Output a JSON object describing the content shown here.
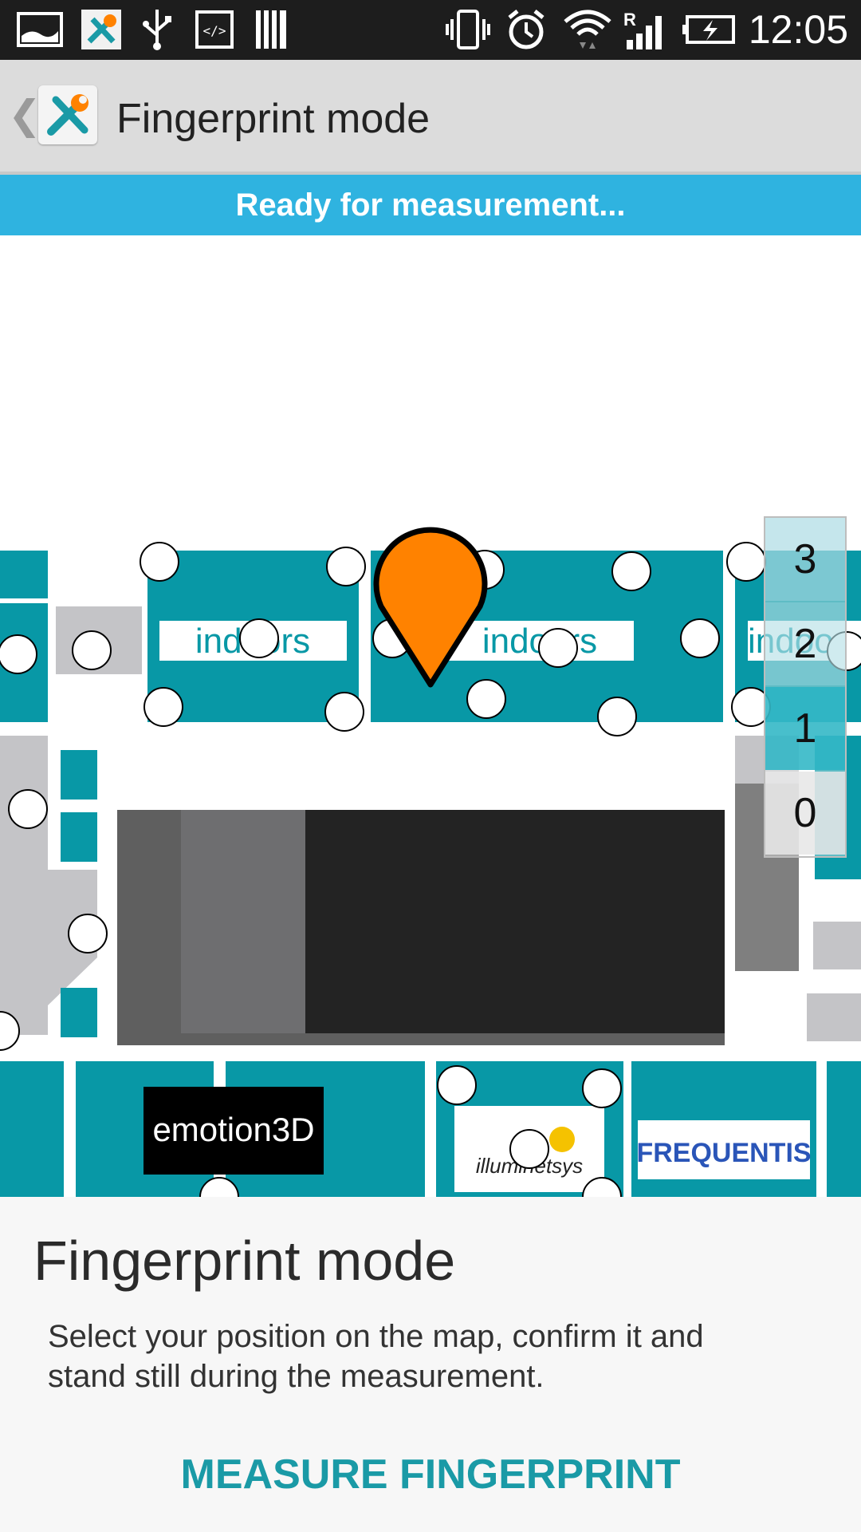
{
  "status_bar": {
    "time": "12:05",
    "icons": [
      "gallery-icon",
      "tools-app-icon",
      "usb-icon",
      "code-icon",
      "barcode-icon",
      "vibrate-icon",
      "alarm-icon",
      "wifi-icon",
      "signal-icon",
      "battery-charging-icon"
    ],
    "signal_roaming_label": "R"
  },
  "action_bar": {
    "title": "Fingerprint mode"
  },
  "banner": {
    "text": "Ready for measurement..."
  },
  "map": {
    "booth_labels": [
      "indoors",
      "indoors",
      "indoors"
    ],
    "logos": [
      "emotion3D",
      "illuminetsys",
      "FREQUENTIS"
    ],
    "colors": {
      "teal": "#0898a6",
      "marker": "#ff8200",
      "dark": "#222222",
      "gray": "#c4c4c7"
    }
  },
  "floor_picker": {
    "floors": [
      "3",
      "2",
      "1",
      "0"
    ],
    "selected": "1"
  },
  "panel": {
    "title": "Fingerprint mode",
    "description": "Select your position on the map, confirm it and stand still during the measurement.",
    "action_label": "MEASURE FINGERPRINT"
  }
}
